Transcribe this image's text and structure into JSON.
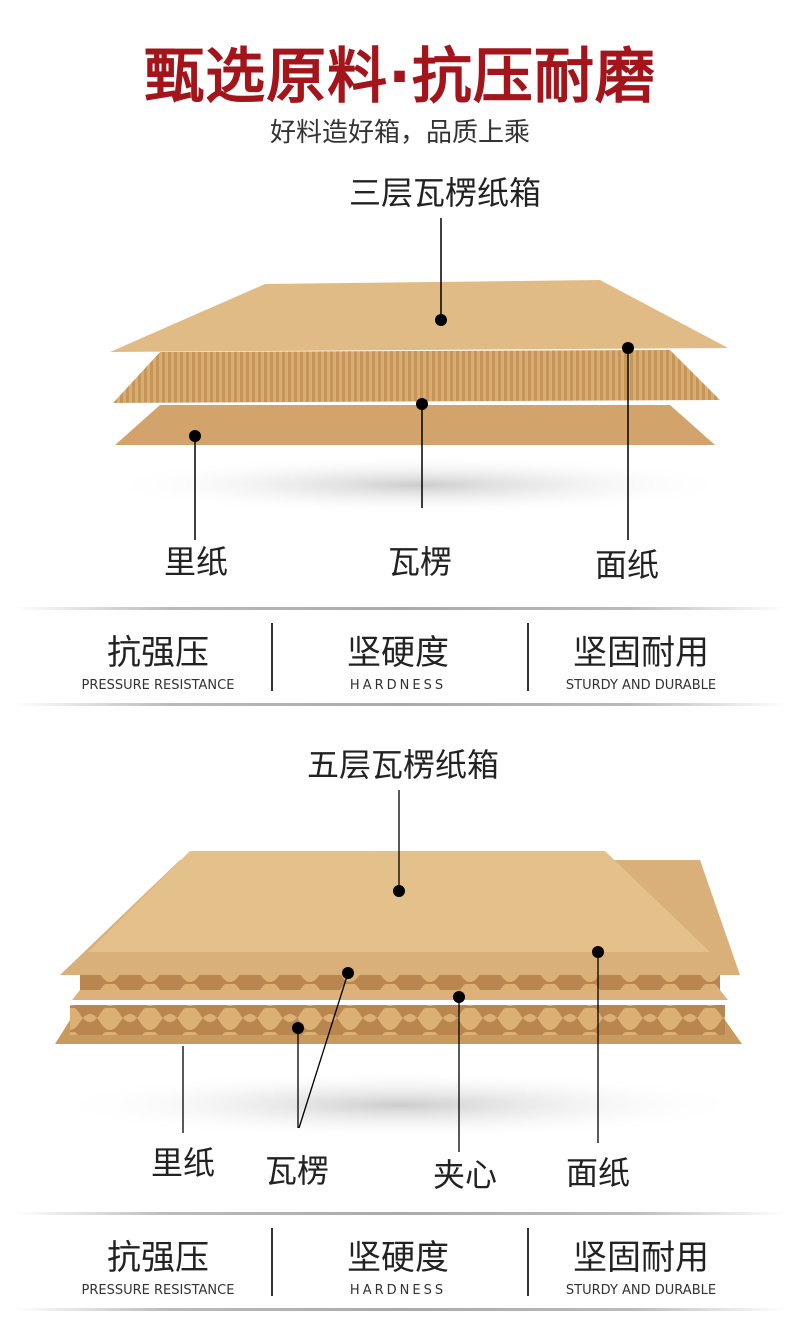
{
  "header": {
    "title": "甄选原料·抗压耐磨",
    "subtitle": "好料造好箱，品质上乘"
  },
  "three_layer": {
    "title": "三层瓦楞纸箱",
    "labels": {
      "inner": "里纸",
      "flute": "瓦楞",
      "face": "面纸"
    }
  },
  "features_1": [
    {
      "cn": "抗强压",
      "en": "PRESSURE RESISTANCE"
    },
    {
      "cn": "坚硬度",
      "en": "HARDNESS"
    },
    {
      "cn": "坚固耐用",
      "en": "STURDY AND DURABLE"
    }
  ],
  "five_layer": {
    "title": "五层瓦楞纸箱",
    "labels": {
      "inner": "里纸",
      "flute": "瓦楞",
      "core": "夹心",
      "face": "面纸"
    }
  },
  "features_2": [
    {
      "cn": "抗强压",
      "en": "PRESSURE RESISTANCE"
    },
    {
      "cn": "坚硬度",
      "en": "HARDNESS"
    },
    {
      "cn": "坚固耐用",
      "en": "STURDY AND DURABLE"
    }
  ],
  "colors": {
    "title": "#a3141b",
    "cardboard": "#e2bd85",
    "cardboard_dark": "#c99a5e"
  }
}
